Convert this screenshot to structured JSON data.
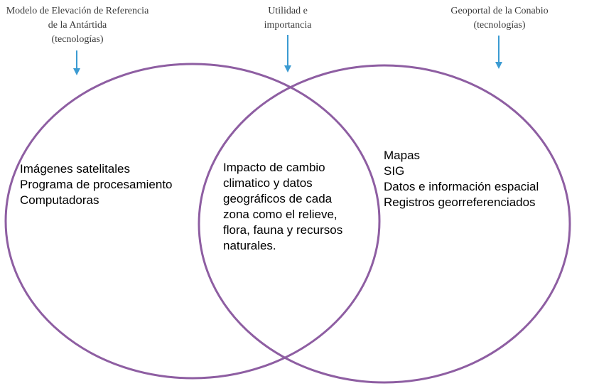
{
  "sets": [
    {
      "id": "left",
      "title_lines": [
        "Modelo de Elevación de Referencia",
        "de la Antártida",
        "(tecnologías)"
      ],
      "items": [
        "Imágenes satelitales",
        "Programa de procesamiento",
        "Computadoras"
      ]
    },
    {
      "id": "overlap",
      "title_lines": [
        "Utilidad e",
        "importancia"
      ],
      "items": [
        "Impacto de cambio",
        "climatico y datos",
        "geográficos de cada",
        "zona como el relieve,",
        "flora, fauna y recursos",
        "naturales."
      ]
    },
    {
      "id": "right",
      "title_lines": [
        "Geoportal de la Conabio",
        "(tecnologías)"
      ],
      "items": [
        "Mapas",
        "SIG",
        "Datos e información espacial",
        "Registros georreferenciados"
      ]
    }
  ],
  "colors": {
    "circle_stroke": "#8e5ea2",
    "arrow": "#3b9bd2",
    "title_text": "#3a3a3a",
    "body_text": "#000000"
  },
  "icons": {
    "title_pointer": "down-arrow-icon"
  }
}
